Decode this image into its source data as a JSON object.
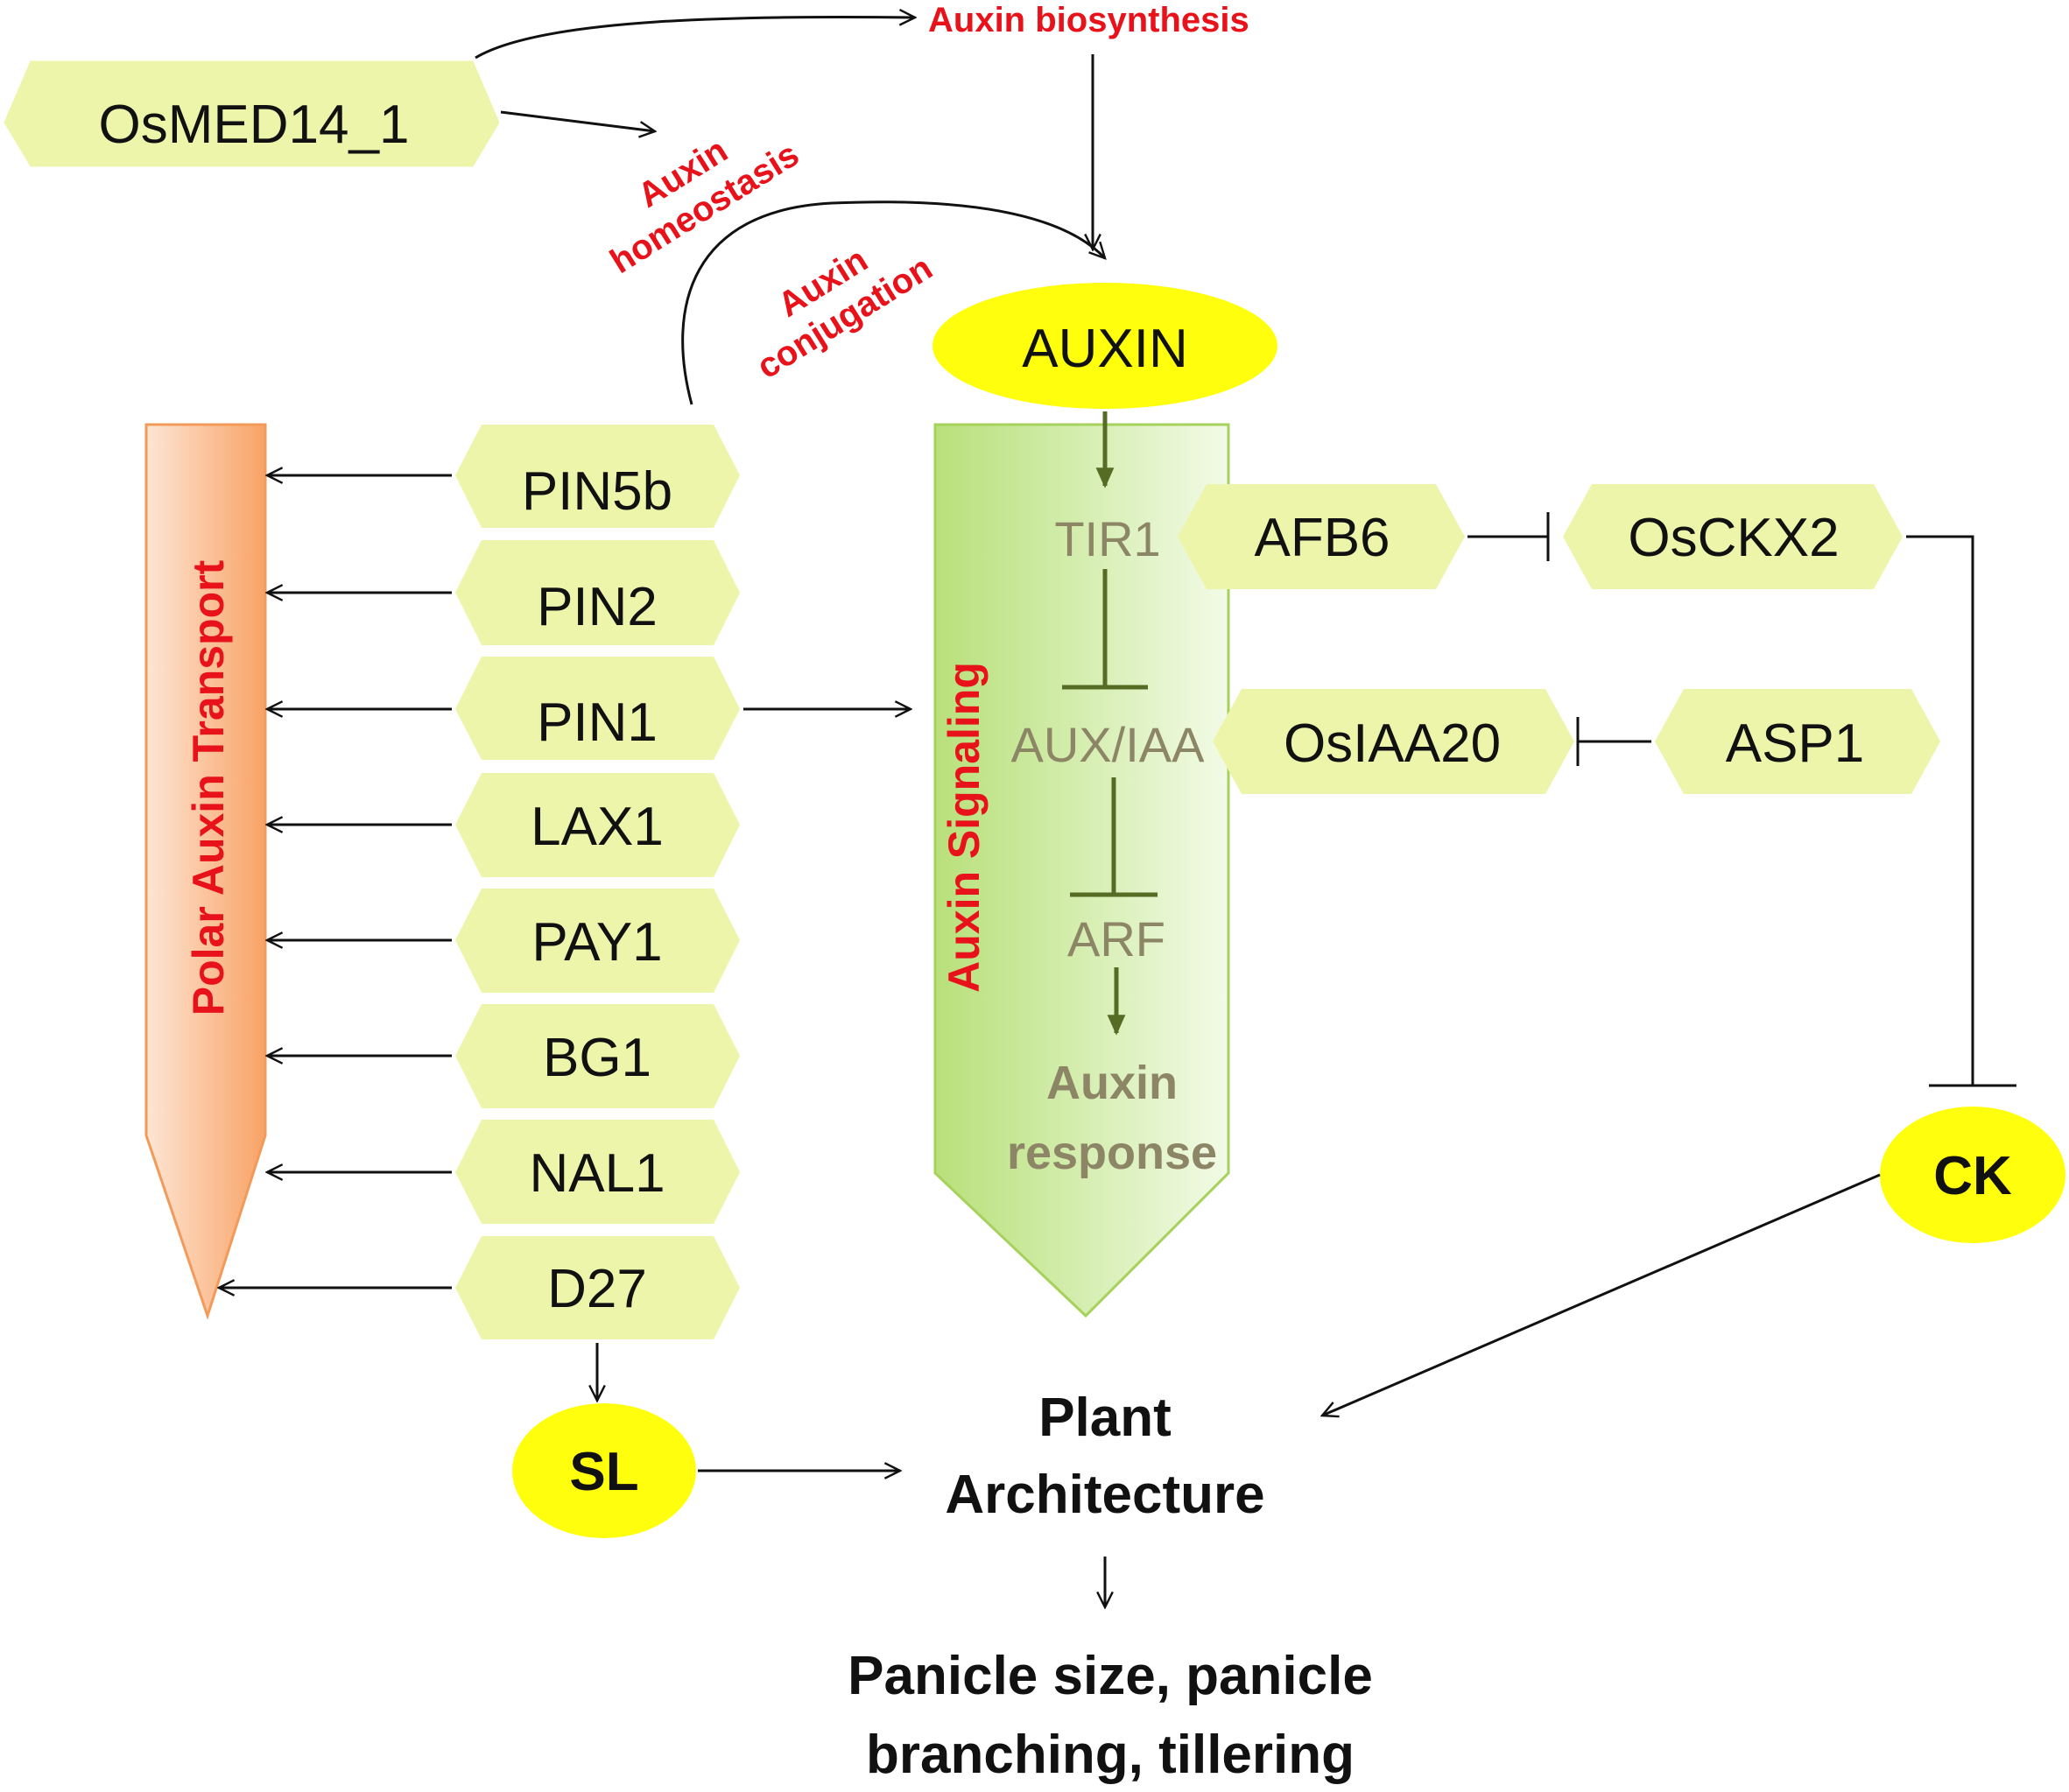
{
  "genes": {
    "osmed14": "OsMED14_1",
    "pin5b": "PIN5b",
    "pin2": "PIN2",
    "pin1": "PIN1",
    "lax1": "LAX1",
    "pay1": "PAY1",
    "bg1": "BG1",
    "nal1": "NAL1",
    "d27": "D27",
    "afb6": "AFB6",
    "osckx2": "OsCKX2",
    "osiaa20": "OsIAA20",
    "asp1": "ASP1"
  },
  "hormones": {
    "auxin": "AUXIN",
    "sl": "SL",
    "ck": "CK"
  },
  "process_labels": {
    "auxin_biosynthesis": "Auxin biosynthesis",
    "auxin_homeostasis_1": "Auxin",
    "auxin_homeostasis_2": "homeostasis",
    "auxin_conjugation_1": "Auxin",
    "auxin_conjugation_2": "conjugation"
  },
  "pathways": {
    "polar_transport": "Polar Auxin Transport",
    "auxin_signaling": "Auxin Signaling"
  },
  "signaling_steps": {
    "tir1": "TIR1",
    "aux_iaa": "AUX/IAA",
    "arf": "ARF",
    "response_1": "Auxin",
    "response_2": "response"
  },
  "outcomes": {
    "plant_1": "Plant",
    "plant_2": "Architecture",
    "traits_1": "Panicle size, panicle",
    "traits_2": "branching, tillering"
  }
}
